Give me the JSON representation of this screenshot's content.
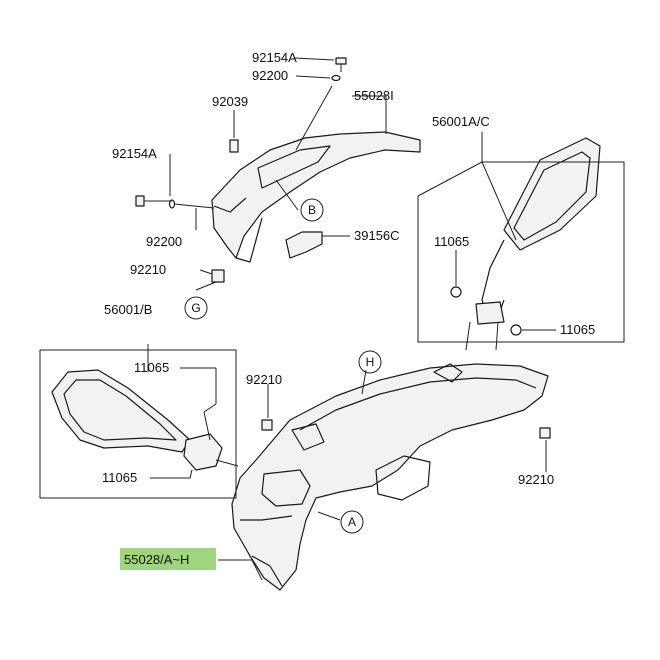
{
  "colors": {
    "highlight": "#9fd57f",
    "line": "#222222"
  },
  "labels": {
    "p92154A_top": "92154A",
    "p92200_top": "92200",
    "p92039": "92039",
    "p55028I": "55028I",
    "p92154A_left": "92154A",
    "p92200_left": "92200",
    "p92210_left": "92210",
    "p39156C": "39156C",
    "p56001AC": "56001A/C",
    "p11065_r1": "11065",
    "p11065_r2": "11065",
    "p56001B": "56001/B",
    "p11065_l1": "11065",
    "p11065_l2": "11065",
    "p92210_mid": "92210",
    "p92210_right": "92210",
    "p55028AH": "55028/A~H"
  },
  "markers": {
    "B": "B",
    "G": "G",
    "H": "H",
    "A": "A"
  }
}
